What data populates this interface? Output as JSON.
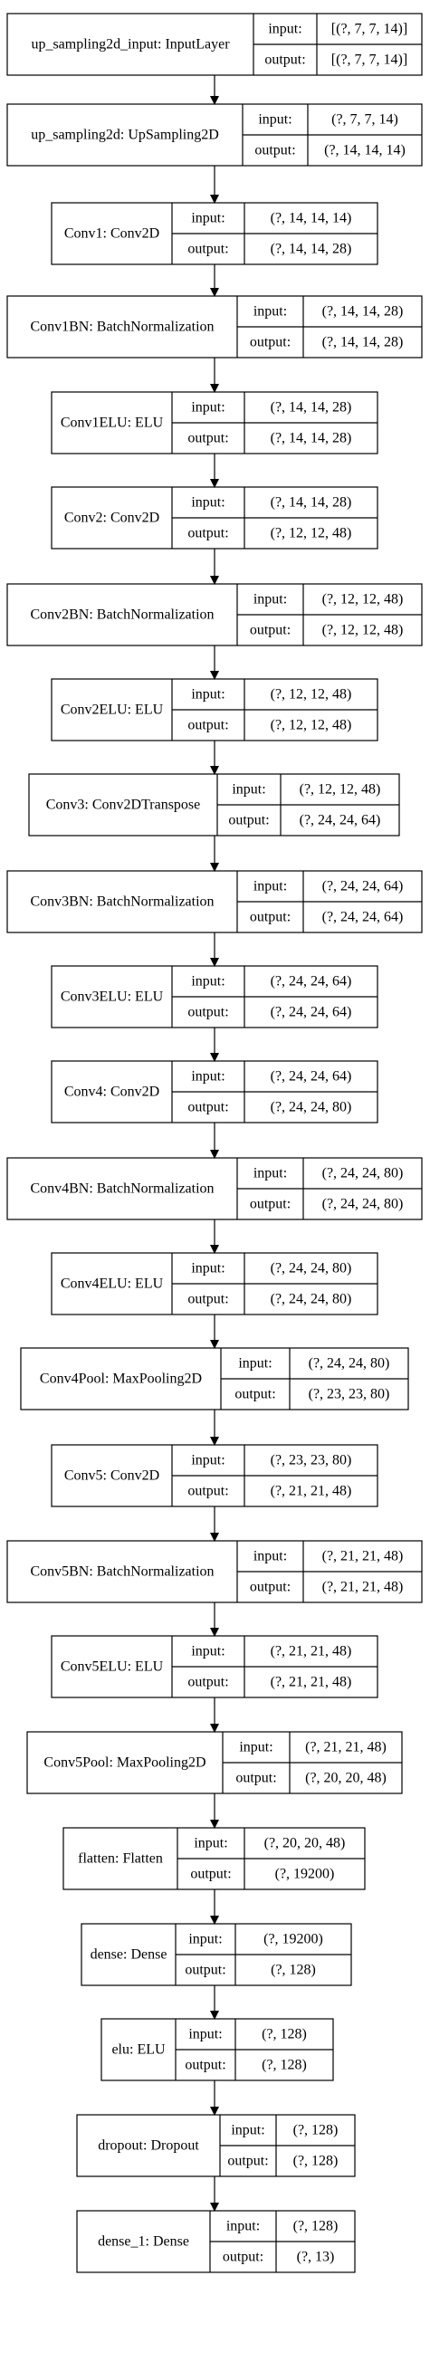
{
  "diagram": {
    "title": "",
    "layers": [
      {
        "name": "up_sampling2d_input: InputLayer",
        "input": "[(?, 7, 7, 14)]",
        "output": "[(?, 7, 7, 14)]"
      },
      {
        "name": "up_sampling2d: UpSampling2D",
        "input": "(?, 7, 7, 14)",
        "output": "(?, 14, 14, 14)"
      },
      {
        "name": "Conv1: Conv2D",
        "input": "(?, 14, 14, 14)",
        "output": "(?, 14, 14, 28)"
      },
      {
        "name": "Conv1BN: BatchNormalization",
        "input": "(?, 14, 14, 28)",
        "output": "(?, 14, 14, 28)"
      },
      {
        "name": "Conv1ELU: ELU",
        "input": "(?, 14, 14, 28)",
        "output": "(?, 14, 14, 28)"
      },
      {
        "name": "Conv2: Conv2D",
        "input": "(?, 14, 14, 28)",
        "output": "(?, 12, 12, 48)"
      },
      {
        "name": "Conv2BN: BatchNormalization",
        "input": "(?, 12, 12, 48)",
        "output": "(?, 12, 12, 48)"
      },
      {
        "name": "Conv2ELU: ELU",
        "input": "(?, 12, 12, 48)",
        "output": "(?, 12, 12, 48)"
      },
      {
        "name": "Conv3: Conv2DTranspose",
        "input": "(?, 12, 12, 48)",
        "output": "(?, 24, 24, 64)"
      },
      {
        "name": "Conv3BN: BatchNormalization",
        "input": "(?, 24, 24, 64)",
        "output": "(?, 24, 24, 64)"
      },
      {
        "name": "Conv3ELU: ELU",
        "input": "(?, 24, 24, 64)",
        "output": "(?, 24, 24, 64)"
      },
      {
        "name": "Conv4: Conv2D",
        "input": "(?, 24, 24, 64)",
        "output": "(?, 24, 24, 80)"
      },
      {
        "name": "Conv4BN: BatchNormalization",
        "input": "(?, 24, 24, 80)",
        "output": "(?, 24, 24, 80)"
      },
      {
        "name": "Conv4ELU: ELU",
        "input": "(?, 24, 24, 80)",
        "output": "(?, 24, 24, 80)"
      },
      {
        "name": "Conv4Pool: MaxPooling2D",
        "input": "(?, 24, 24, 80)",
        "output": "(?, 23, 23, 80)"
      },
      {
        "name": "Conv5: Conv2D",
        "input": "(?, 23, 23, 80)",
        "output": "(?, 21, 21, 48)"
      },
      {
        "name": "Conv5BN: BatchNormalization",
        "input": "(?, 21, 21, 48)",
        "output": "(?, 21, 21, 48)"
      },
      {
        "name": "Conv5ELU: ELU",
        "input": "(?, 21, 21, 48)",
        "output": "(?, 21, 21, 48)"
      },
      {
        "name": "Conv5Pool: MaxPooling2D",
        "input": "(?, 21, 21, 48)",
        "output": "(?, 20, 20, 48)"
      },
      {
        "name": "flatten: Flatten",
        "input": "(?, 20, 20, 48)",
        "output": "(?, 19200)"
      },
      {
        "name": "dense: Dense",
        "input": "(?, 19200)",
        "output": "(?, 128)"
      },
      {
        "name": "elu: ELU",
        "input": "(?, 128)",
        "output": "(?, 128)"
      },
      {
        "name": "dropout: Dropout",
        "input": "(?, 128)",
        "output": "(?, 128)"
      },
      {
        "name": "dense_1: Dense",
        "input": "(?, 128)",
        "output": "(?, 13)"
      }
    ],
    "labels": {
      "input": "input:",
      "output": "output:"
    },
    "colors": {
      "line": "#000000",
      "background": "#ffffff",
      "text": "#000000"
    }
  }
}
